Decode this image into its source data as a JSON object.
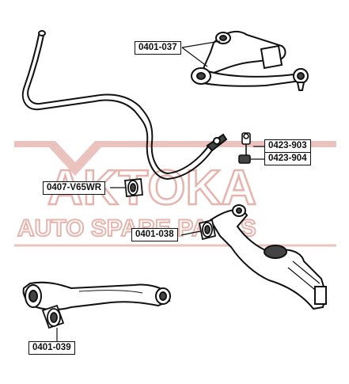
{
  "watermark": {
    "brand": "AKTOKA",
    "tagline": "AUTO SPARE PARTS",
    "color": "#e8b9b3"
  },
  "parts": [
    {
      "id": "upper_control_arm",
      "label": "0401-037"
    },
    {
      "id": "stabilizer_link_1",
      "label": "0423-903"
    },
    {
      "id": "stabilizer_link_2",
      "label": "0423-904"
    },
    {
      "id": "stabilizer_bushing",
      "label": "0407-V65WR"
    },
    {
      "id": "lower_arm_bushing",
      "label": "0401-038"
    },
    {
      "id": "rear_arm_bushing",
      "label": "0401-039"
    }
  ],
  "colors": {
    "line": "#111111",
    "part_fill": "#ffffff",
    "shade": "#444444"
  }
}
